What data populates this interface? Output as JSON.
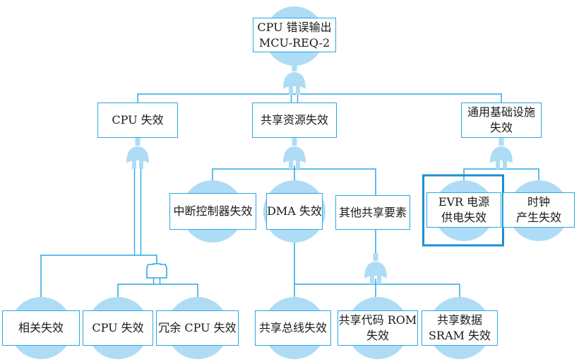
{
  "figure": {
    "type": "fault-tree",
    "highlighted_node": "evr_power_failure"
  },
  "colors": {
    "line": "#2AA8E2",
    "node_fill": "#AEDCF6",
    "highlight_border": "#1C8FD1",
    "text": "#1A1A1A",
    "node_bg": "#FFFFFF"
  },
  "nodes": {
    "root": {
      "lines": [
        "CPU 错误输出",
        "MCU-REQ-2"
      ]
    },
    "cpu_failure": {
      "lines": [
        "CPU 失效"
      ]
    },
    "shared_resource_failure": {
      "lines": [
        "共享资源失效"
      ]
    },
    "common_infra_failure": {
      "lines": [
        "通用基础设施",
        "失效"
      ]
    },
    "interrupt_ctrl_failure": {
      "lines": [
        "中断控制器失效"
      ]
    },
    "dma_failure": {
      "lines": [
        "DMA 失效"
      ]
    },
    "other_shared_elements": {
      "lines": [
        "其他共享要素"
      ]
    },
    "evr_power_failure": {
      "lines": [
        "EVR 电源",
        "供电失效"
      ]
    },
    "clock_gen_failure": {
      "lines": [
        "时钟",
        "产生失效"
      ]
    },
    "related_failure": {
      "lines": [
        "相关失效"
      ]
    },
    "cpu_failure_basic": {
      "lines": [
        "CPU 失效"
      ]
    },
    "redundant_cpu_failure": {
      "lines": [
        "冗余 CPU 失效"
      ]
    },
    "shared_bus_failure": {
      "lines": [
        "共享总线失效"
      ]
    },
    "shared_code_rom_failure": {
      "lines": [
        "共享代码 ROM",
        "失效"
      ]
    },
    "shared_data_sram_failure": {
      "lines": [
        "共享数据",
        "SRAM 失效"
      ]
    }
  },
  "structure": {
    "root": {
      "gate": "or",
      "children": [
        "cpu_failure",
        "shared_resource_failure",
        "common_infra_failure"
      ]
    },
    "cpu_failure": {
      "gate": "or",
      "children": [
        "related_failure",
        "cpu_and_group"
      ]
    },
    "cpu_and_group": {
      "gate": "and",
      "children": [
        "cpu_failure_basic",
        "redundant_cpu_failure"
      ]
    },
    "shared_resource_failure": {
      "gate": "or",
      "children": [
        "interrupt_ctrl_failure",
        "dma_failure",
        "other_shared_elements"
      ]
    },
    "dma_failure": {
      "children": [
        "shared_bus_failure"
      ]
    },
    "other_shared_elements": {
      "gate": "or",
      "children": [
        "shared_bus_failure",
        "shared_code_rom_failure",
        "shared_data_sram_failure"
      ]
    },
    "common_infra_failure": {
      "gate": "or",
      "children": [
        "evr_power_failure",
        "clock_gen_failure"
      ]
    }
  }
}
